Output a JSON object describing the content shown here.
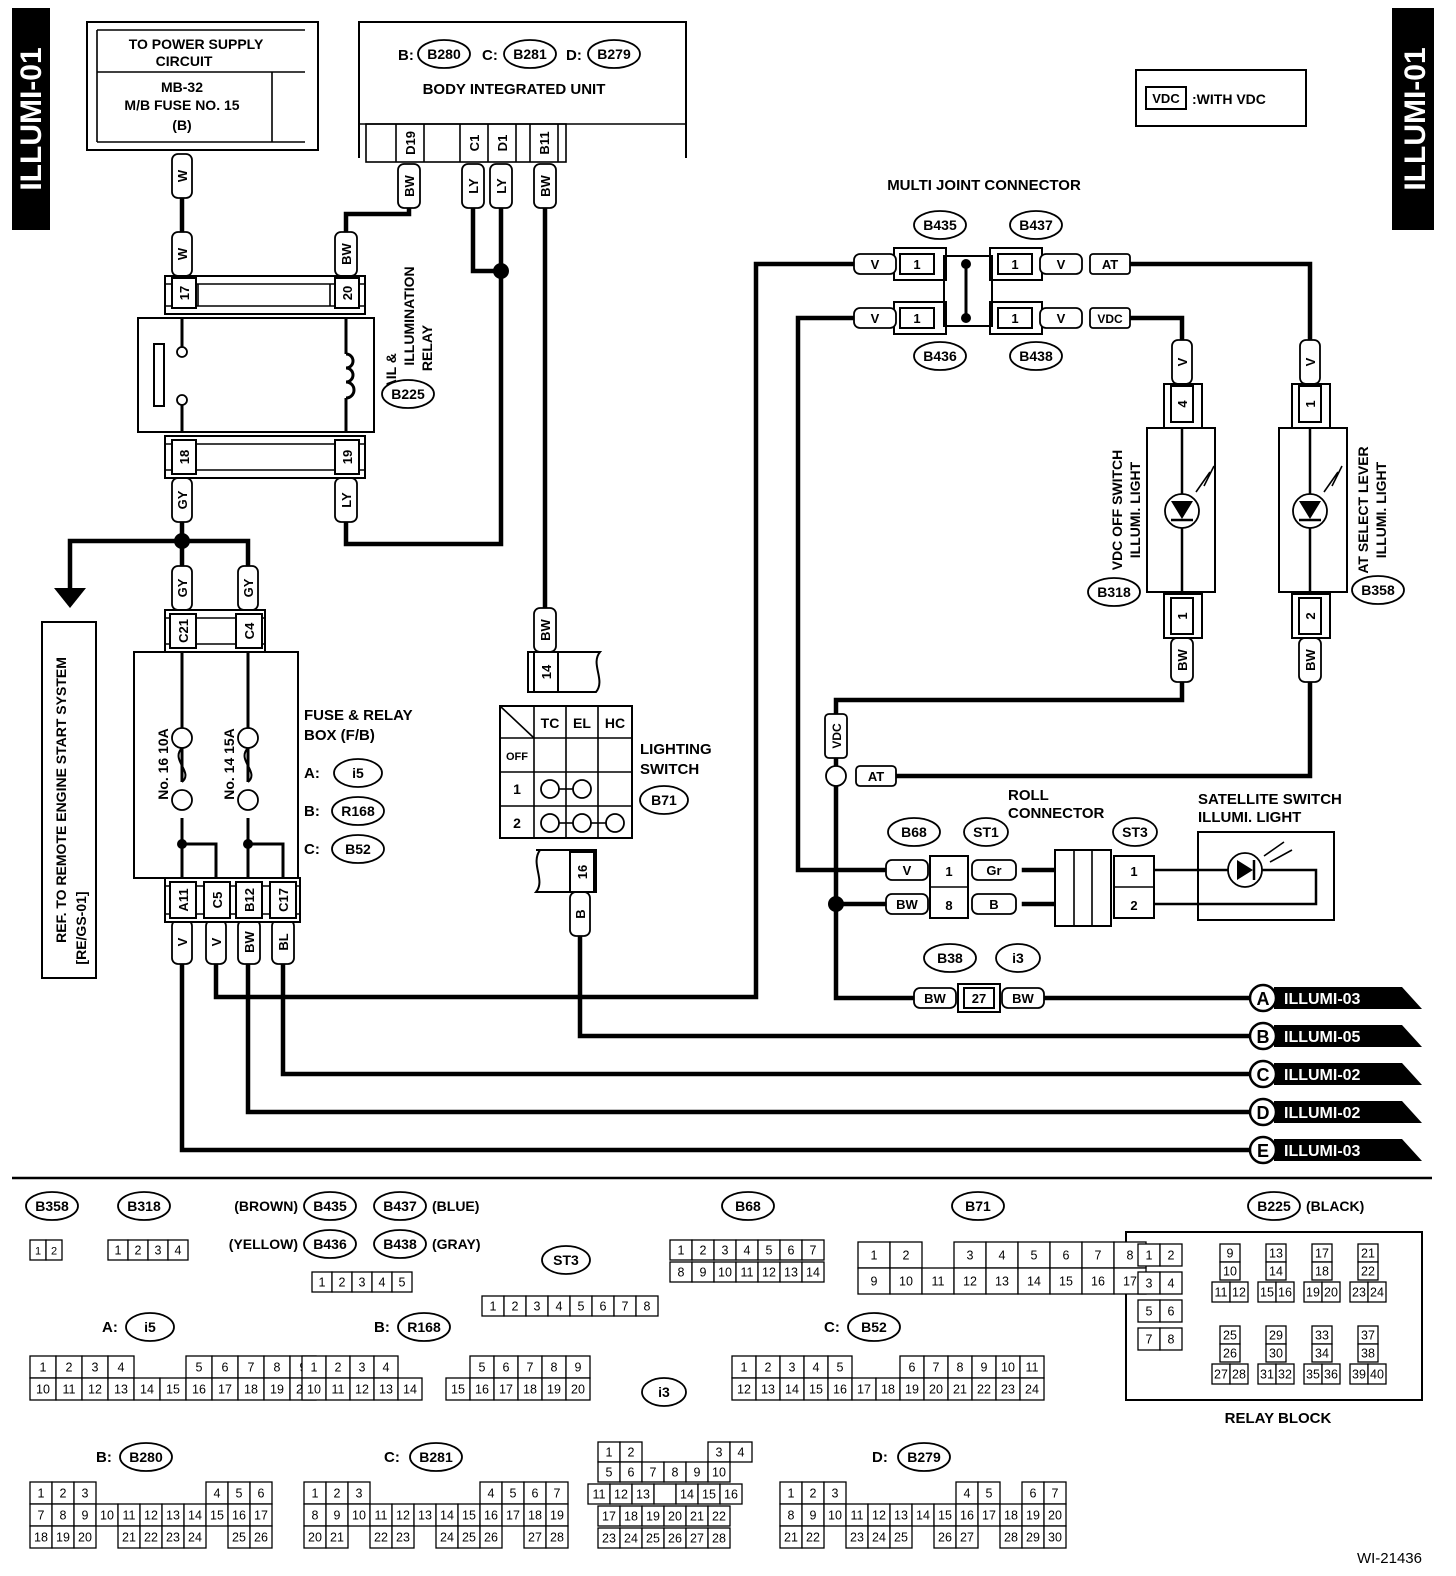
{
  "side_tags": [
    "ILLUMI-01",
    "ILLUMI-01"
  ],
  "footer_code": "WI-21436",
  "legend": {
    "tag": "VDC",
    "text": ":WITH VDC"
  },
  "power_supply": {
    "line1": "TO POWER SUPPLY",
    "line2": "CIRCUIT",
    "line3": "MB-32",
    "line4": "M/B FUSE NO. 15",
    "line5": "(B)"
  },
  "biu": {
    "title": "BODY INTEGRATED UNIT",
    "b_prefix": "B:",
    "b_conn": "B280",
    "c_prefix": "C:",
    "c_conn": "B281",
    "d_prefix": "D:",
    "d_conn": "B279",
    "pins": [
      "D19",
      "C1",
      "D1",
      "B11"
    ]
  },
  "relay": {
    "line1": "TAIL &",
    "line2": "ILLUMINATION",
    "line3": "RELAY",
    "conn": "B225",
    "pins": [
      "17",
      "20",
      "18",
      "19"
    ]
  },
  "remote": {
    "line1": "REF. TO REMOTE ENGINE START SYSTEM",
    "line2": "[RE/GS-01]"
  },
  "fuse_box": {
    "line1": "FUSE & RELAY",
    "line2": "BOX (F/B)",
    "fuse1": "No. 16 10A",
    "fuse2": "No. 14 15A",
    "a_prefix": "A:",
    "a_conn": "i5",
    "b_prefix": "B:",
    "b_conn": "R168",
    "c_prefix": "C:",
    "c_conn": "B52",
    "top_pins": [
      "C21",
      "C4"
    ],
    "bottom_pins": [
      "A11",
      "C5",
      "B12",
      "C17"
    ]
  },
  "lighting_switch": {
    "line1": "LIGHTING",
    "line2": "SWITCH",
    "conn": "B71",
    "cols": [
      "TC",
      "EL",
      "HC"
    ],
    "rows": [
      "OFF",
      "1",
      "2"
    ],
    "pin_top": "14",
    "pin_bottom": "16"
  },
  "multi_joint": {
    "title": "MULTI JOINT CONNECTOR",
    "conns": [
      "B435",
      "B437",
      "B436",
      "B438"
    ],
    "pin": "1"
  },
  "vdc_light": {
    "line1": "VDC OFF SWITCH",
    "line2": "ILLUMI. LIGHT",
    "conn": "B318",
    "pin_top": "4",
    "pin_bottom": "1"
  },
  "at_light": {
    "line1": "AT SELECT LEVER",
    "line2": "ILLUMI. LIGHT",
    "conn": "B358",
    "pin_top": "1",
    "pin_bottom": "2"
  },
  "roll_connector": {
    "line1": "ROLL",
    "line2": "CONNECTOR",
    "conns": [
      "B68",
      "ST1",
      "ST3"
    ],
    "pins_left": [
      "1",
      "8"
    ],
    "pins_right": [
      "1",
      "2"
    ]
  },
  "satellite": {
    "line1": "SATELLITE SWITCH",
    "line2": "ILLUMI. LIGHT"
  },
  "b38": {
    "conns": [
      "B38",
      "i3"
    ],
    "pin": "27"
  },
  "wire_colors": {
    "W": "W",
    "BW": "BW",
    "LY": "LY",
    "GY": "GY",
    "V": "V",
    "BL": "BL",
    "B": "B",
    "Gr": "Gr",
    "AT": "AT",
    "VDC": "VDC"
  },
  "outputs": [
    {
      "letter": "A",
      "label": "ILLUMI-03"
    },
    {
      "letter": "B",
      "label": "ILLUMI-05"
    },
    {
      "letter": "C",
      "label": "ILLUMI-02"
    },
    {
      "letter": "D",
      "label": "ILLUMI-02"
    },
    {
      "letter": "E",
      "label": "ILLUMI-03"
    }
  ],
  "connector_views": {
    "b358": "B358",
    "b318": "B318",
    "b435": "B435",
    "b437": "B437",
    "b436": "B436",
    "b438": "B438",
    "brown": "(BROWN)",
    "blue": "(BLUE)",
    "yellow": "(YELLOW)",
    "gray": "(GRAY)",
    "st3": "ST3",
    "b68": "B68",
    "b71": "B71",
    "b225": "B225",
    "black": "(BLACK)",
    "relay_block": "RELAY BLOCK",
    "a_prefix": "A:",
    "i5": "i5",
    "b_prefix": "B:",
    "r168": "R168",
    "c_prefix": "C:",
    "b52": "B52",
    "b280": "B280",
    "b281": "B281",
    "b279": "B279",
    "d_prefix": "D:",
    "i3": "i3"
  }
}
